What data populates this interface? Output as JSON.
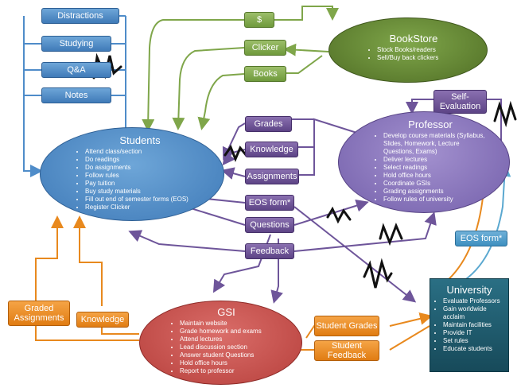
{
  "diagram": {
    "students": {
      "title": "Students",
      "items": [
        "Attend class/section",
        "Do readings",
        "Do assignments",
        "Follow rules",
        "Pay tuition",
        "Buy study materials",
        "Fill out end of semester forms (EOS)",
        "Register Clicker"
      ]
    },
    "bookstore": {
      "title": "BookStore",
      "items": [
        "Stock Books/readers",
        "Sell/Buy back clickers"
      ]
    },
    "professor": {
      "title": "Professor",
      "items": [
        "Develop course materials (Syllabus, Slides, Homework, Lecture Questions, Exams)",
        "Deliver lectures",
        "Select readings",
        "Hold office hours",
        "Coordinate GSIs",
        "Grading assignments",
        "Follow rules of university"
      ]
    },
    "gsi": {
      "title": "GSI",
      "items": [
        "Maintain website",
        "Grade homework and exams",
        "Attend lectures",
        "Lead discussion section",
        "Answer student Questions",
        "Hold office hours",
        "Report to professor"
      ]
    },
    "university": {
      "title": "University",
      "items": [
        "Evaluate Professors",
        "Gain worldwide acclaim",
        "Maintain facilities",
        "Provide IT",
        "Set rules",
        "Educate students"
      ]
    },
    "boxes": {
      "distractions": "Distractions",
      "studying": "Studying",
      "qa": "Q&A",
      "notes": "Notes",
      "dollar": "$",
      "clicker": "Clicker",
      "books": "Books",
      "grades": "Grades",
      "knowledge": "Knowledge",
      "assignments": "Assignments",
      "eos_form": "EOS form*",
      "questions": "Questions",
      "feedback": "Feedback",
      "self_evaluation": "Self-Evaluation",
      "eos_form_university": "EOS form*",
      "graded_assignments": "Graded Assignments",
      "knowledge_gsi": "Knowledge",
      "student_grades": "Student Grades",
      "student_feedback": "Student Feedback"
    },
    "colors": {
      "blue": "#4f8cc9",
      "green": "#7fa64a",
      "purple": "#6e559a",
      "orange": "#e8891e",
      "red": "#c9504c",
      "teal_dark": "#1f5d70",
      "lavender": "#8c79bd"
    }
  }
}
